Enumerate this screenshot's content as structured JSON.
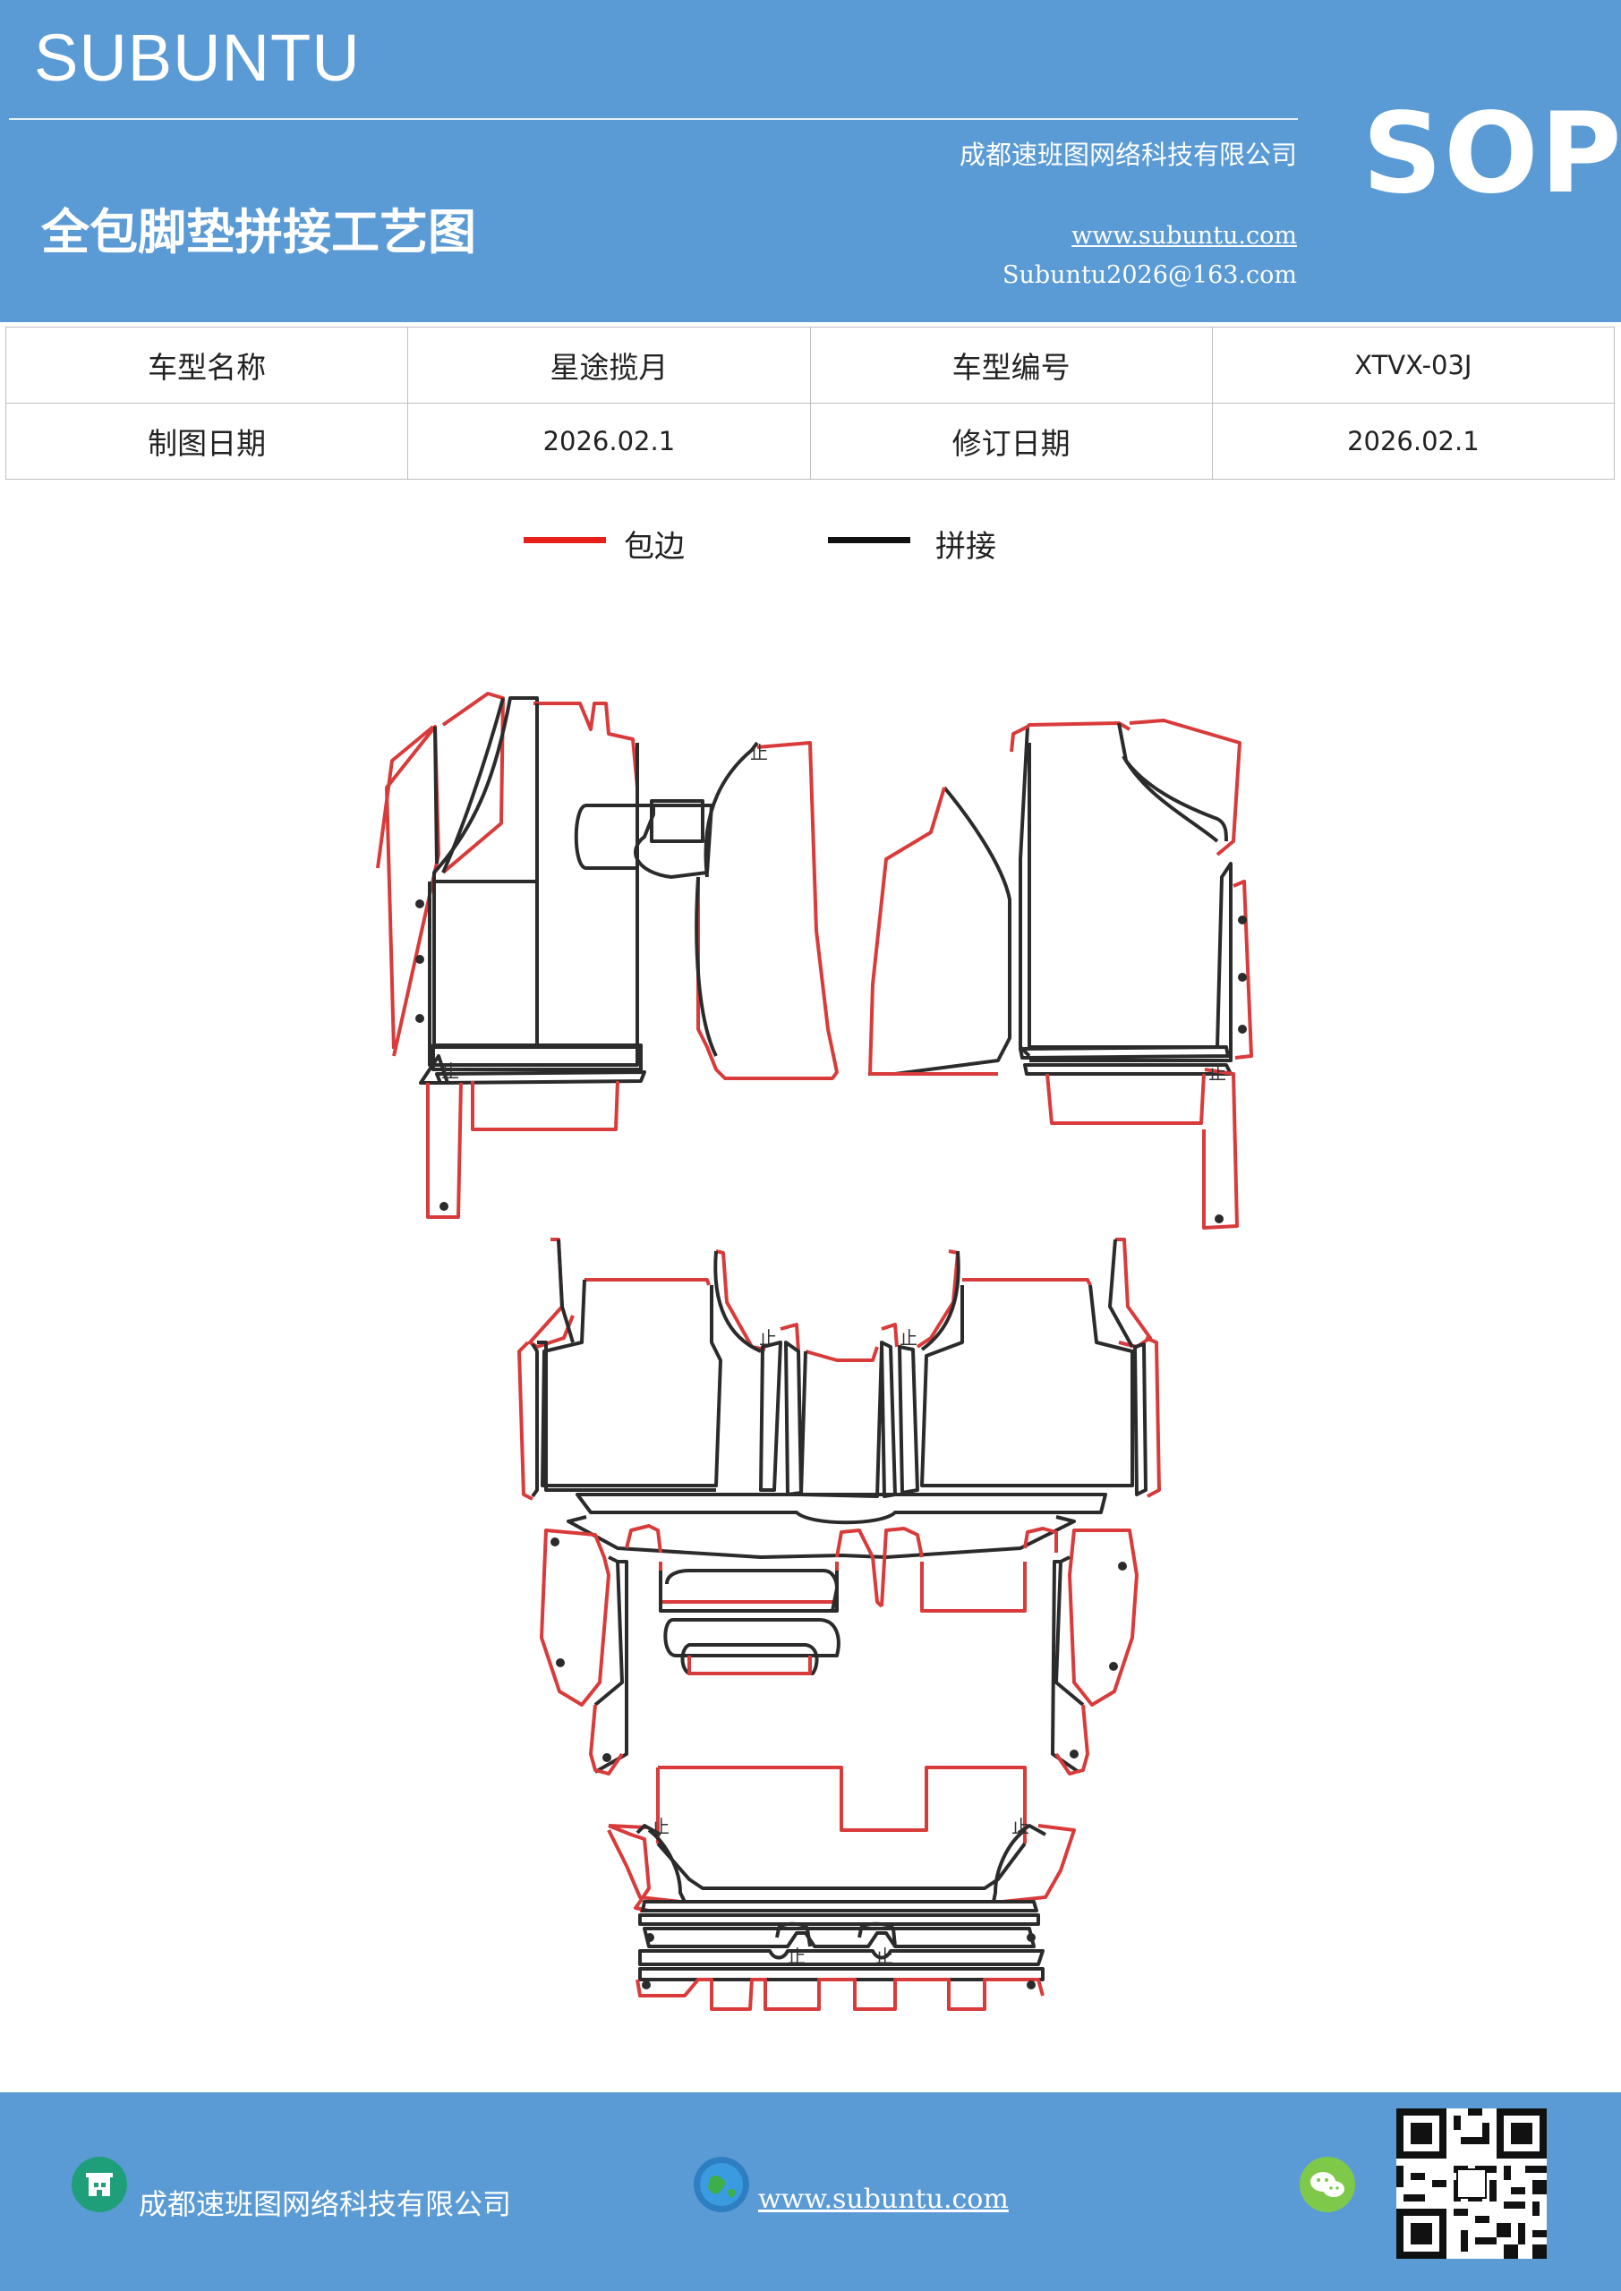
{
  "header": {
    "brand": "SUBUNTU",
    "title": "全包脚垫拼接工艺图",
    "company": "成都速班图网络科技有限公司",
    "website": "www.subuntu.com",
    "email": "Subuntu2026@163.com",
    "badge": "SOP"
  },
  "info": {
    "rows": [
      [
        "车型名称",
        "星途揽月",
        "车型编号",
        "XTVX-03J"
      ],
      [
        "制图日期",
        "2026.02.1",
        "修订日期",
        "2026.02.1"
      ]
    ]
  },
  "legend": {
    "items": [
      {
        "label": "包边",
        "color": "#e8201a"
      },
      {
        "label": "拼接",
        "color": "#111111"
      }
    ]
  },
  "diagram": {
    "edge_color": "#d93a3a",
    "seam_color": "#2b2b2b"
  },
  "footer": {
    "company": "成都速班图网络科技有限公司",
    "website": "www.subuntu.com",
    "icons": [
      "building-icon",
      "globe-icon",
      "wechat-icon",
      "qr-code"
    ]
  },
  "colors": {
    "band": "#5b9bd5",
    "table_border": "#bfbfbf"
  }
}
